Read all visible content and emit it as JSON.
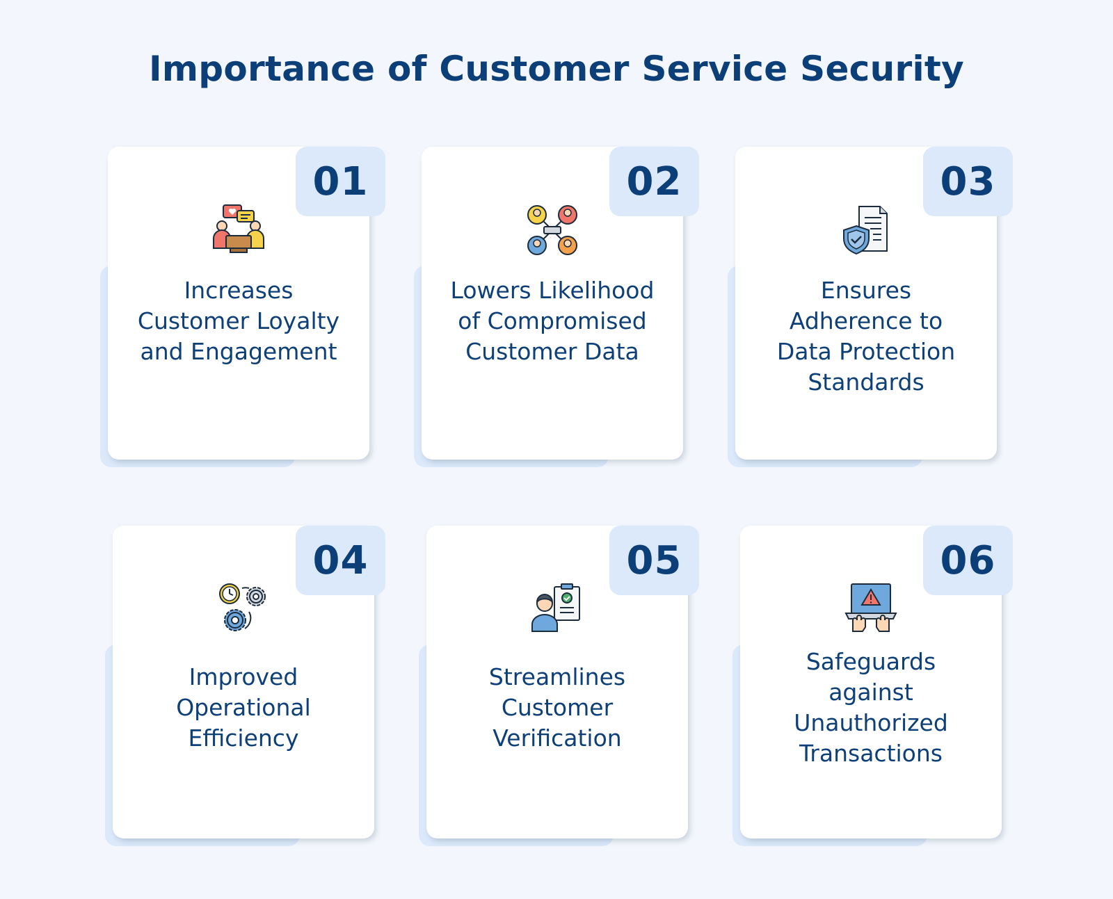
{
  "title": "Importance of Customer Service Security",
  "cards": [
    {
      "number": "01",
      "text": "Increases Customer Loyalty and Engagement",
      "icon": "customer-conversation-icon"
    },
    {
      "number": "02",
      "text": "Lowers Likelihood of Compromised Customer Data",
      "icon": "connected-users-network-icon"
    },
    {
      "number": "03",
      "text": "Ensures Adherence to Data Protection Standards",
      "icon": "shield-document-icon"
    },
    {
      "number": "04",
      "text": "Improved Operational Efficiency",
      "icon": "clock-gears-icon"
    },
    {
      "number": "05",
      "text": "Streamlines Customer Verification",
      "icon": "user-verification-checklist-icon"
    },
    {
      "number": "06",
      "text": "Safeguards against Unauthorized Transactions",
      "icon": "laptop-warning-icon"
    }
  ],
  "colors": {
    "background": "#f3f7fd",
    "title": "#0c3e78",
    "card": "#ffffff",
    "badge": "#dce9fb",
    "accent_red": "#f0766b",
    "accent_yellow": "#f6d34a",
    "accent_blue": "#6fa8dc",
    "accent_orange": "#f5a04a"
  }
}
